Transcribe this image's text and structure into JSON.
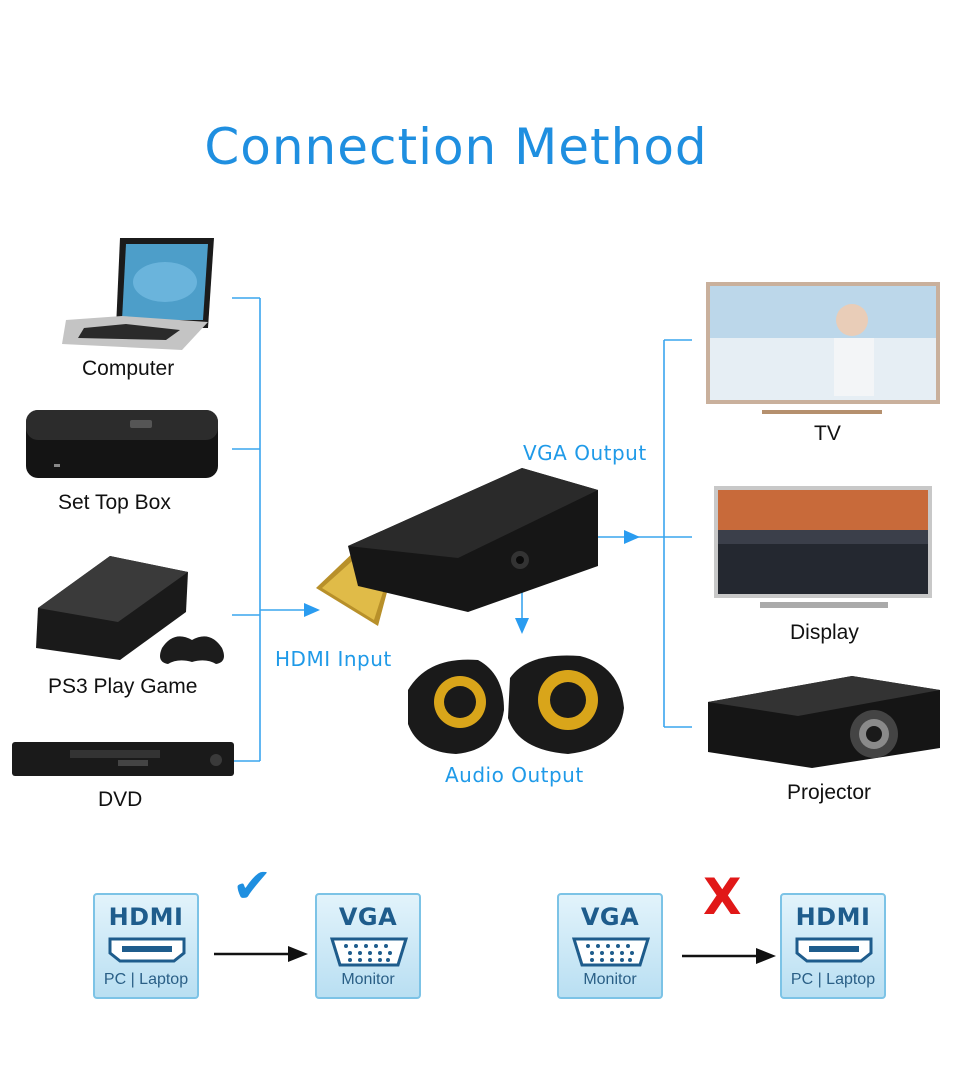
{
  "title": "Connection Method",
  "sources": [
    "Computer",
    "Set Top Box",
    "PS3 Play Game",
    "DVD"
  ],
  "outputs": [
    "TV",
    "Display",
    "Projector"
  ],
  "adapter": {
    "hdmi_input": "HDMI Input",
    "vga_output": "VGA Output",
    "audio_output": "Audio Output"
  },
  "compat": {
    "ok": {
      "from": {
        "top": "HDMI",
        "bottom": "PC | Laptop"
      },
      "to": {
        "top": "VGA",
        "bottom": "Monitor"
      },
      "mark": "✔"
    },
    "bad": {
      "from": {
        "top": "VGA",
        "bottom": "Monitor"
      },
      "to": {
        "top": "HDMI",
        "bottom": "PC | Laptop"
      },
      "mark": "X"
    }
  },
  "colors": {
    "accent": "#1f9ae8",
    "title": "#1f8fe0",
    "bad": "#e11818"
  }
}
